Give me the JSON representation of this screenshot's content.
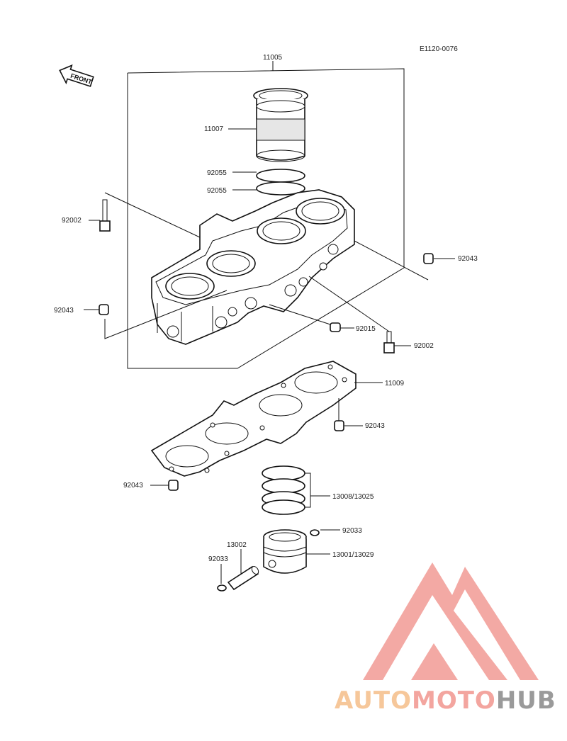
{
  "diagram": {
    "code": "E1120-0076",
    "front_label": "FRONT",
    "labels": {
      "cylinder_block": "11005",
      "liner": "11007",
      "oring_upper": "92055",
      "oring_lower": "92055",
      "bolt_left": "92002",
      "dowel_right": "92043",
      "dowel_left": "92043",
      "cap_bolt": "92015",
      "bolt_right": "92002",
      "gasket": "11009",
      "dowel_gasket_right": "92043",
      "dowel_gasket_left": "92043",
      "rings": "13008/13025",
      "clip_right": "92033",
      "pin": "13002",
      "piston": "13001/13029",
      "clip_left": "92033"
    }
  },
  "watermark": {
    "part1": "AUTO",
    "part2": "MOTO",
    "part3": "HUB",
    "colors": {
      "triangle": "#f2a09a",
      "auto": "#f6c79a",
      "moto": "#f3a59f",
      "hub": "#9a9a9a"
    }
  }
}
